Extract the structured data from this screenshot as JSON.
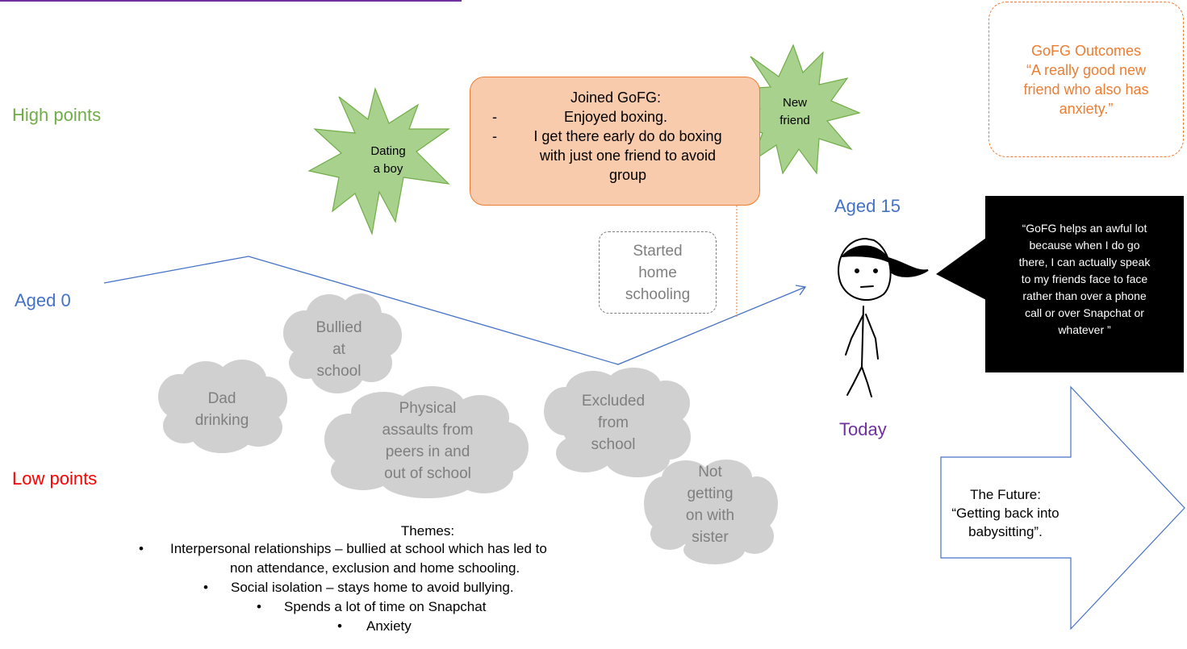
{
  "colors": {
    "high": "#70ad47",
    "low": "#ff0000",
    "age": "#4472c4",
    "today": "#7030a0",
    "outcome": "#ed7d31",
    "cloud": "#d0d0d0",
    "cloud_text": "#7f7f7f",
    "box_fill": "#f8cbad",
    "box_border": "#ed7d31",
    "star_fill": "#a9d18e",
    "timeline": "#4472c4"
  },
  "labels": {
    "high_points": "High points",
    "low_points": "Low points",
    "aged_0": "Aged 0",
    "aged_15": "Aged 15",
    "today": "Today"
  },
  "stars": {
    "dating": [
      "Dating",
      "a boy"
    ],
    "new_friend": [
      "New",
      "friend"
    ]
  },
  "gofg_box": {
    "title": "Joined GoFG:",
    "item1": "Enjoyed boxing.",
    "item2_line1": "I get there early do do boxing",
    "item2_line2": "with just one friend to avoid",
    "item2_line3": "group",
    "dash": "-"
  },
  "home_schooling": [
    "Started",
    "home",
    "schooling"
  ],
  "clouds": {
    "bullied": [
      "Bullied",
      "at",
      "school"
    ],
    "dad": [
      "Dad",
      "drinking"
    ],
    "assaults": [
      "Physical",
      "assaults from",
      "peers in and",
      "out of school"
    ],
    "excluded": [
      "Excluded",
      "from",
      "school"
    ],
    "sister": [
      "Not",
      "getting",
      "on with",
      "sister"
    ]
  },
  "outcomes": [
    "GoFG Outcomes",
    "“A really good new",
    "friend who also has",
    "anxiety.”"
  ],
  "quote": [
    "“GoFG helps an awful lot",
    "because when I do go",
    "there, I can actually speak",
    "to my friends face to face",
    "rather than over a phone",
    "call or over Snapchat or",
    "whatever ”"
  ],
  "future": [
    "The Future:",
    "“Getting back into",
    "babysitting”."
  ],
  "themes": {
    "title": "Themes:",
    "bullet": "•",
    "items": [
      "Interpersonal relationships – bullied at school which has led to",
      "non attendance, exclusion and home schooling.",
      "Social isolation – stays home to avoid bullying.",
      "Spends a lot of time on Snapchat",
      "Anxiety"
    ]
  }
}
